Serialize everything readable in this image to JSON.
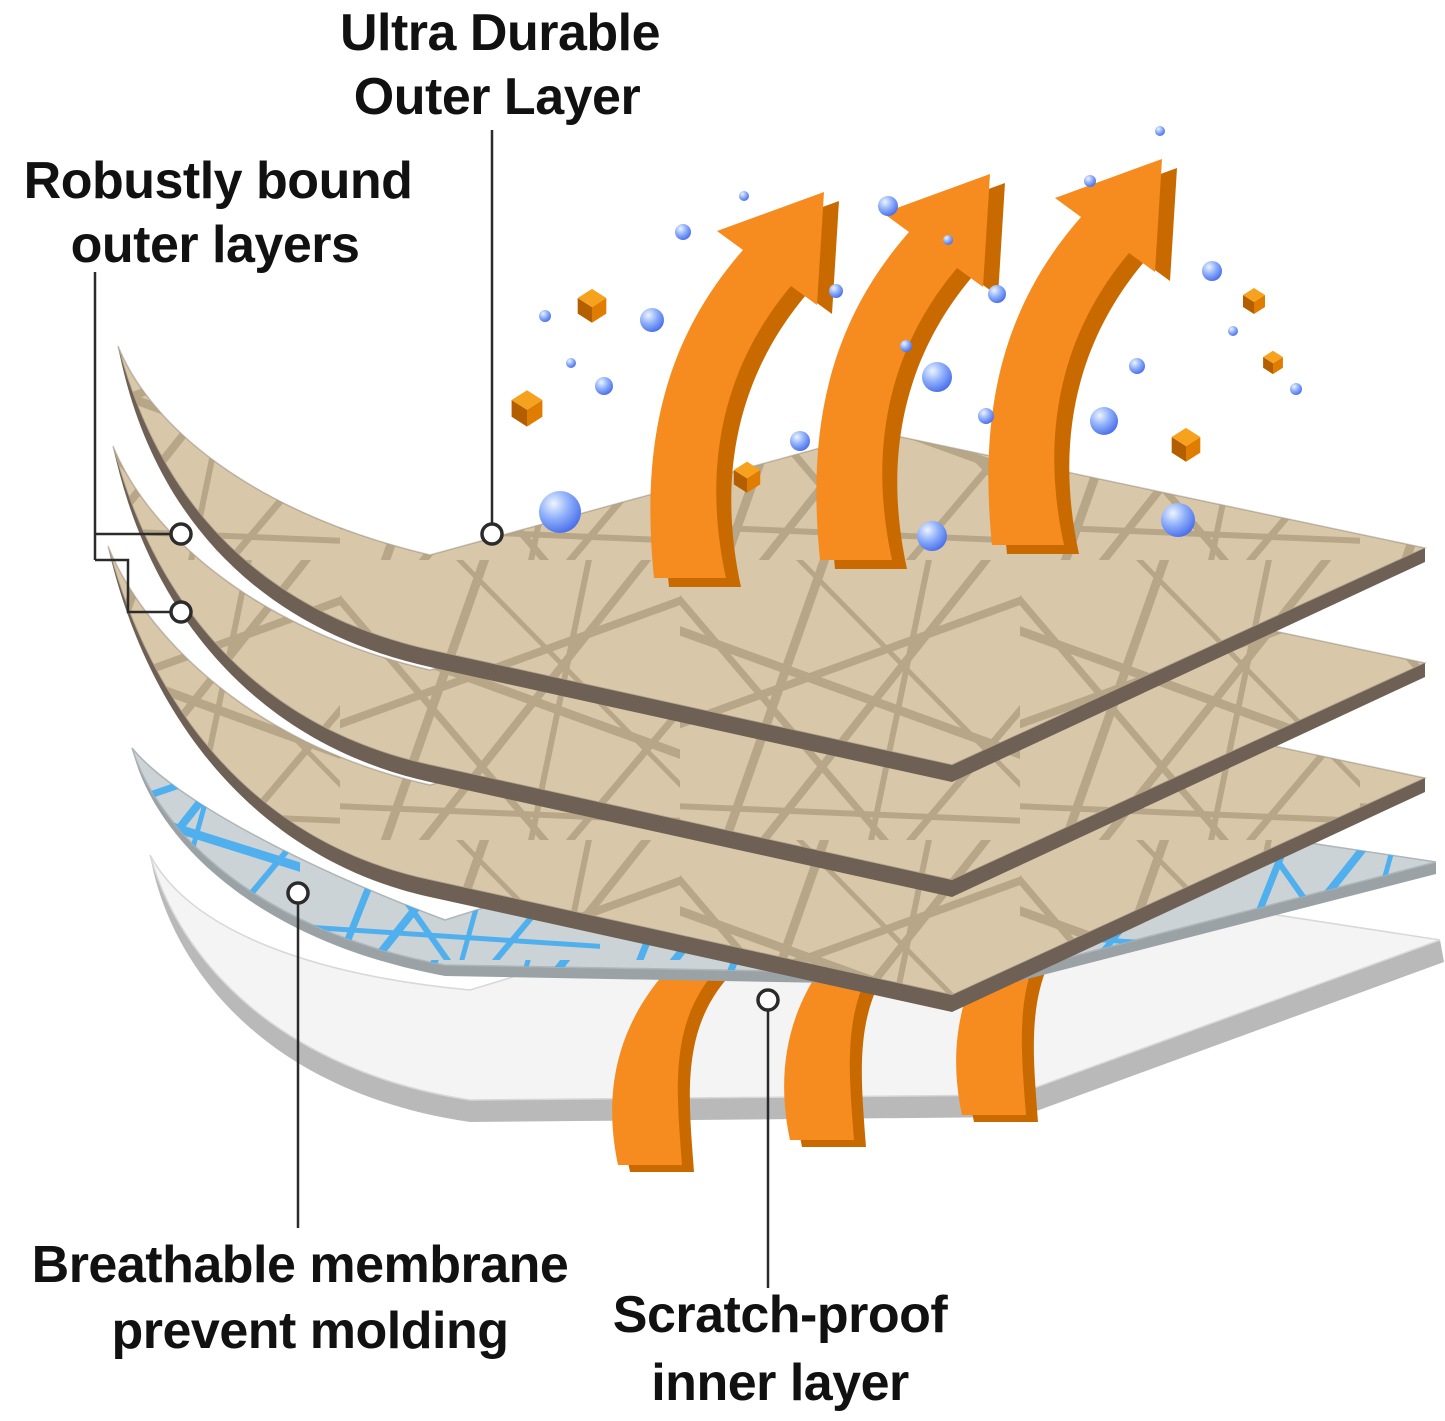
{
  "labels": {
    "ultra_durable": {
      "line1": "Ultra Durable",
      "line2": "Outer Layer"
    },
    "robustly_bound": {
      "line1": "Robustly bound",
      "line2": "outer layers"
    },
    "breathable_membrane": {
      "line1": "Breathable membrane",
      "line2": "prevent molding"
    },
    "scratch_proof": {
      "line1": "Scratch-proof",
      "line2": "inner layer"
    }
  },
  "structure": {
    "outer_fabric_layers": 3,
    "membrane_layers": 1,
    "inner_layers": 1,
    "upward_heat_arrows": 3,
    "lower_heat_arrows": 3,
    "water_droplets": 24,
    "debris_cubes": 6
  },
  "colors": {
    "background": "#ffffff",
    "text": "#111111",
    "callout": "#2b2b2b",
    "fabric_base": "#d8c7a8",
    "fabric_fiber": "#b2a082",
    "fabric_edge": "#6e6055",
    "membrane_base": "#ccd3d6",
    "membrane_fiber": "#4aaef0",
    "membrane_edge": "#9aa2a6",
    "inner_base": "#f4f4f4",
    "inner_edge": "#b9b9b9",
    "arrow_main": "#f68b1f",
    "arrow_shadow": "#c96a00",
    "droplet_core": "#eef4ff",
    "droplet_mid": "#8fb0fa",
    "droplet_rim": "#3e63e8",
    "cube_top": "#f6a21f",
    "cube_left": "#b35f00",
    "cube_right": "#e07c00"
  }
}
